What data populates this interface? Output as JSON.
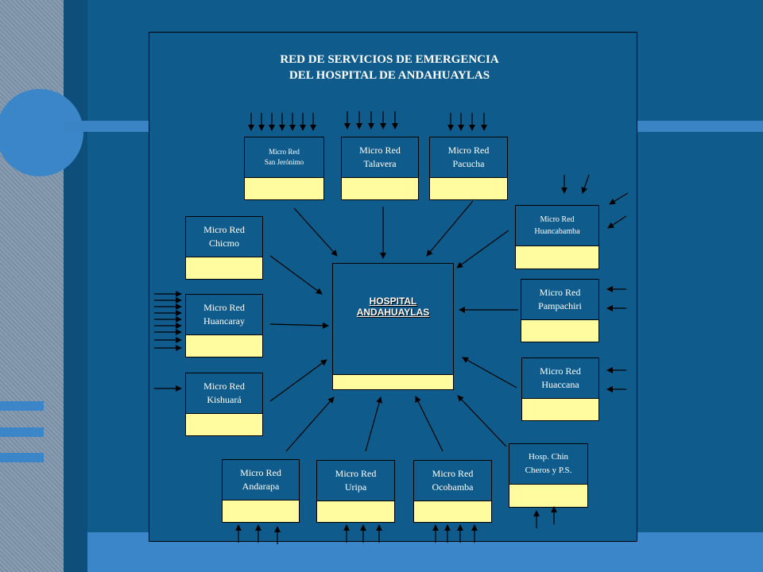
{
  "title": {
    "line1": "RED DE SERVICIOS DE EMERGENCIA",
    "line2": "DEL HOSPITAL DE ANDAHUAYLAS"
  },
  "center": {
    "line1": "HOSPITAL",
    "line2": "ANDAHUAYLAS"
  },
  "nodes": {
    "san_jeronimo": {
      "line1": "Micro Red",
      "line2": "San Jerónimo"
    },
    "talavera": {
      "line1": "Micro Red",
      "line2": "Talavera"
    },
    "pacucha": {
      "line1": "Micro Red",
      "line2": "Pacucha"
    },
    "huancabamba": {
      "line1": "Micro Red",
      "line2": "Huancabamba"
    },
    "chicmo": {
      "line1": "Micro Red",
      "line2": "Chicmo"
    },
    "huancaray": {
      "line1": "Micro Red",
      "line2": "Huancaray"
    },
    "kishuara": {
      "line1": "Micro Red",
      "line2": "Kishuará"
    },
    "pampachiri": {
      "line1": "Micro Red",
      "line2": "Pampachiri"
    },
    "huaccana": {
      "line1": "Micro Red",
      "line2": "Huaccana"
    },
    "chincheros": {
      "line1": "Hosp. Chin",
      "line2": "Cheros y P.S."
    },
    "andarapa": {
      "line1": "Micro Red",
      "line2": "Andarapa"
    },
    "uripa": {
      "line1": "Micro Red",
      "line2": "Uripa"
    },
    "ocobamba": {
      "line1": "Micro Red",
      "line2": "Ocobamba"
    }
  },
  "colors": {
    "background": "#0f5c8c",
    "box_fill": "#fffb9e",
    "accent": "#3b86c9"
  }
}
